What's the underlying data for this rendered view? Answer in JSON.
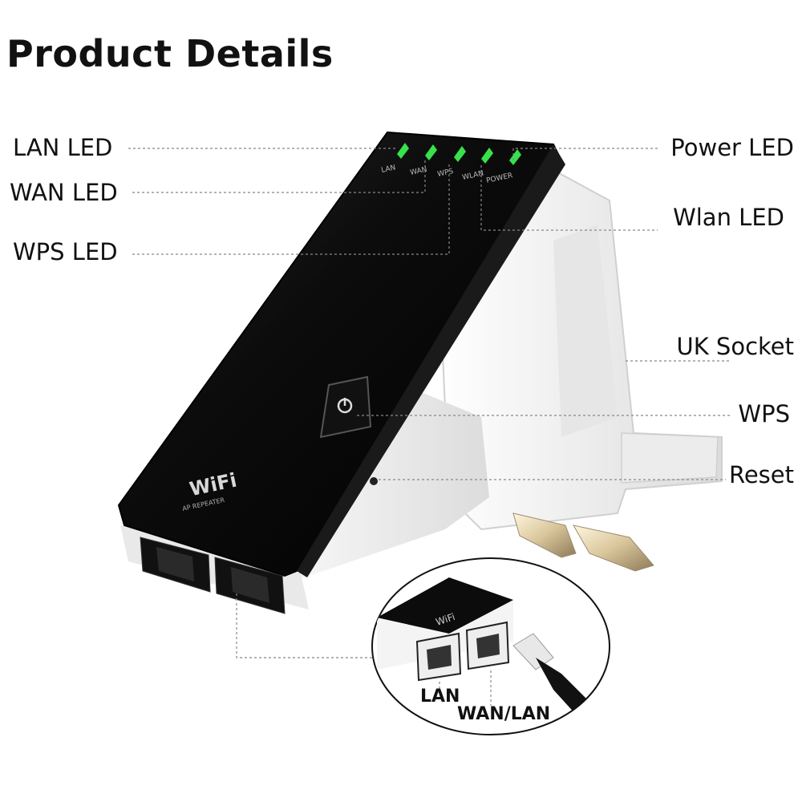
{
  "title": "Product Details",
  "callouts_left": {
    "lan_led": "LAN LED",
    "wan_led": "WAN LED",
    "wps_led": "WPS LED"
  },
  "callouts_right": {
    "power_led": "Power LED",
    "wlan_led": "Wlan LED",
    "uk_socket": "UK Socket",
    "wps": "WPS",
    "reset": "Reset"
  },
  "inset": {
    "lan_port": "LAN",
    "wan_lan_port": "WAN/LAN"
  },
  "device": {
    "led_labels": [
      "LAN",
      "WAN",
      "WPS",
      "WLAN",
      "POWER"
    ],
    "logo_text": "WiFi",
    "logo_subtext": "AP REPEATER",
    "led_color": "#37e24a",
    "body_color": "#0c0c0c",
    "shell_color": "#f1f1f1"
  },
  "colors": {
    "leader_line": "#888888"
  }
}
